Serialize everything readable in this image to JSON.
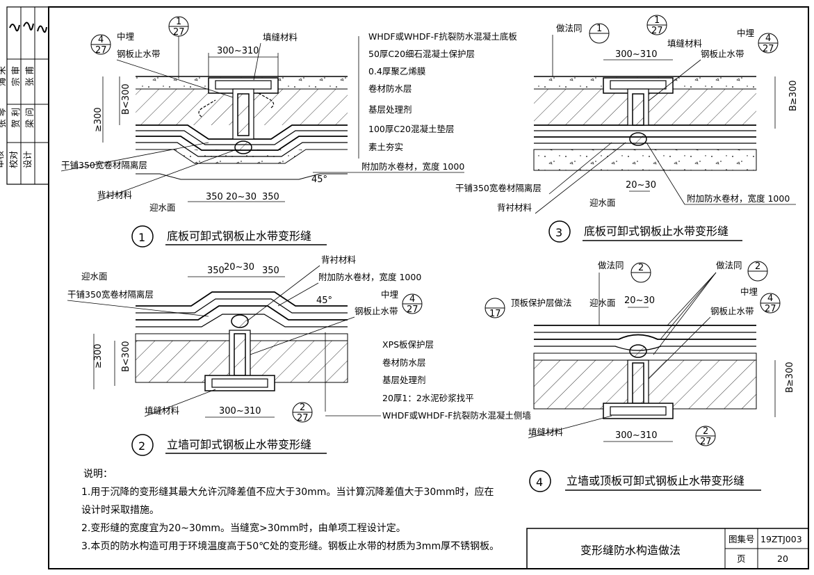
{
  "sidebar": {
    "roles": [
      "审核",
      "校对",
      "设计"
    ],
    "names": [
      "张 琴",
      "贺 利",
      "梁 问"
    ],
    "extra": [
      "海 宋",
      "宗 审",
      "张 甫"
    ]
  },
  "common": {
    "ref_27": "27",
    "ref_1": "1",
    "ref_2": "2",
    "ref_4": "4",
    "ref_17": "17",
    "label_zhongmai": "中埋",
    "label_gangban": "钢板止水带",
    "label_tianfeng": "填缝材料",
    "label_beichen": "背衬材料",
    "label_yingshui": "迎水面",
    "label_geli": "干铺350宽卷材隔离层",
    "label_fujia": "附加防水卷材，宽度 1000",
    "dim_300_310": "300~310",
    "dim_20_30": "20~30",
    "dim_350": "350",
    "dim_b300": "B≥300",
    "dim_ge300": "≥300",
    "dim_bl300": "B<300",
    "angle_45": "45°",
    "zuofa_tong": "做法同",
    "dingban": "顶板保护层做法"
  },
  "detail1": {
    "num": "1",
    "title": "底板可卸式钢板止水带变形缝",
    "layers": [
      "WHDF或WHDF-F抗裂防水混凝土底板",
      "50厚C20细石混凝土保护层",
      "0.4厚聚乙烯膜",
      "卷材防水层",
      "基层处理剂",
      "100厚C20混凝土垫层",
      "素土夯实"
    ]
  },
  "detail2": {
    "num": "2",
    "title": "立墙可卸式钢板止水带变形缝",
    "layers": [
      "XPS板保护层",
      "卷材防水层",
      "基层处理剂",
      "20厚1：2水泥砂浆找平",
      "WHDF或WHDF-F抗裂防水混凝土侧墙"
    ]
  },
  "detail3": {
    "num": "3",
    "title": "底板可卸式钢板止水带变形缝"
  },
  "detail4": {
    "num": "4",
    "title": "立墙或顶板可卸式钢板止水带变形缝"
  },
  "notes": {
    "heading": "说明：",
    "lines": [
      "1.用于沉降的变形缝其最大允许沉降差值不应大于30mm。当计算沉降差值大于30mm时，应在",
      "设计时采取措施。",
      "2.变形缝的宽度宜为20~30mm。当缝宽>30mm时，由单项工程设计定。",
      "3.本页的防水构造可用于环境温度高于50℃处的变形缝。钢板止水带的材质为3mm厚不锈钢板。"
    ]
  },
  "titleblock": {
    "title": "变形缝防水构造做法",
    "atlas_label": "图集号",
    "atlas_value": "19ZTJ003",
    "page_label": "页",
    "page_value": "20"
  }
}
